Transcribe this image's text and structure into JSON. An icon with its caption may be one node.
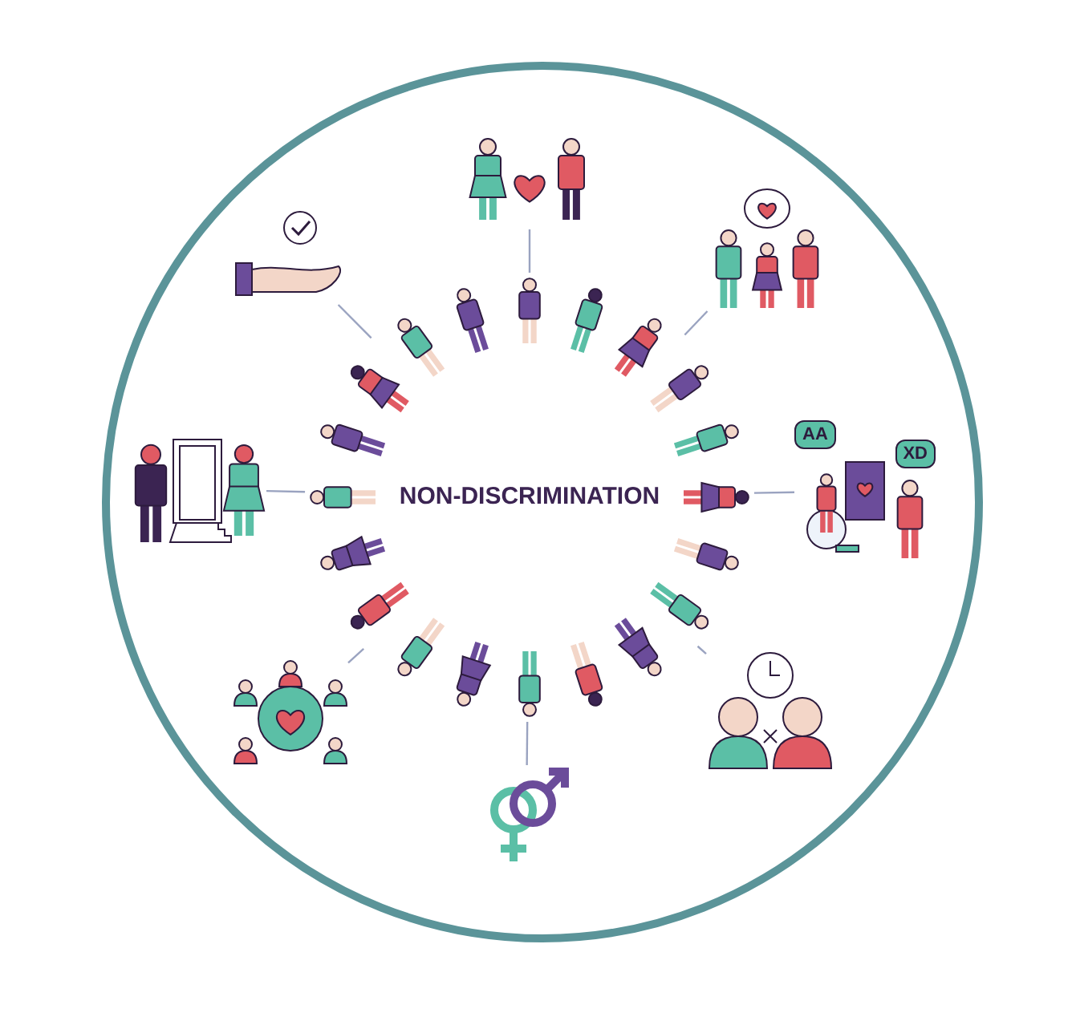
{
  "diagram": {
    "nodes": [
      {
        "text": [
          "NON-DISCRIMINATION"
        ]
      },
      {
        "text": [],
        "shape": "picture"
      },
      {
        "text": [],
        "shape": "picture"
      },
      {
        "text": [],
        "shape": "picture"
      },
      {
        "text": [],
        "shape": "picture"
      },
      {
        "text": [],
        "shape": "picture"
      },
      {
        "text": [],
        "shape": "picture"
      },
      {
        "text": [],
        "shape": "picture"
      },
      {
        "text": [],
        "shape": "picture"
      }
    ],
    "edges": [
      {
        "from": 0,
        "to": 1,
        "arrow": "none"
      },
      {
        "from": 0,
        "to": 2,
        "arrow": "none"
      },
      {
        "from": 0,
        "to": 3,
        "arrow": "none"
      },
      {
        "from": 0,
        "to": 4,
        "arrow": "none"
      },
      {
        "from": 0,
        "to": 5,
        "arrow": "none"
      },
      {
        "from": 0,
        "to": 6,
        "arrow": "none"
      },
      {
        "from": 0,
        "to": 7,
        "arrow": "none"
      },
      {
        "from": 0,
        "to": 8,
        "arrow": "none"
      }
    ],
    "labels": [
      "AA",
      "XD"
    ]
  }
}
